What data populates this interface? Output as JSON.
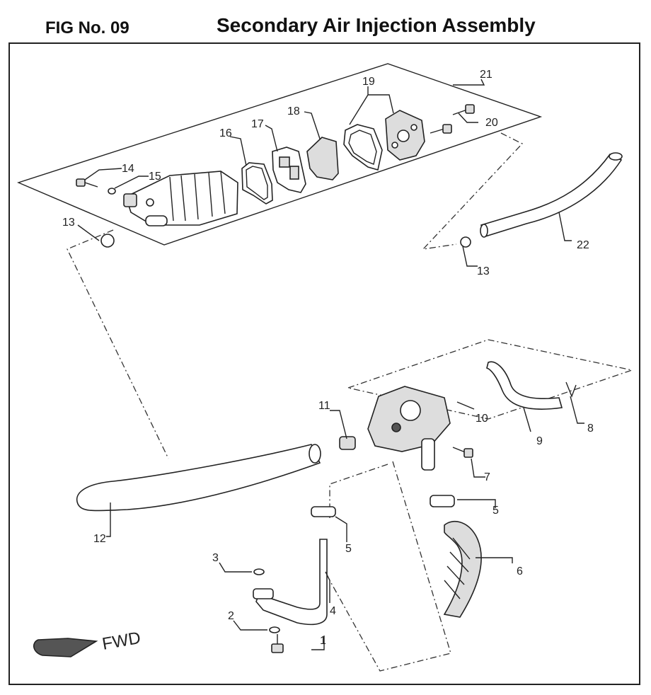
{
  "header": {
    "fig_no": "FIG No. 09",
    "title": "Secondary Air Injection Assembly"
  },
  "direction_label": "FWD",
  "callouts": {
    "c1": "1",
    "c2": "2",
    "c3": "3",
    "c4": "4",
    "c5a": "5",
    "c5b": "5",
    "c6": "6",
    "c7": "7",
    "c8": "8",
    "c9": "9",
    "c10": "10",
    "c11": "11",
    "c12": "12",
    "c13a": "13",
    "c13b": "13",
    "c14": "14",
    "c15": "15",
    "c16": "16",
    "c17": "17",
    "c18": "18",
    "c19": "19",
    "c20": "20",
    "c21": "21",
    "c22": "22"
  }
}
